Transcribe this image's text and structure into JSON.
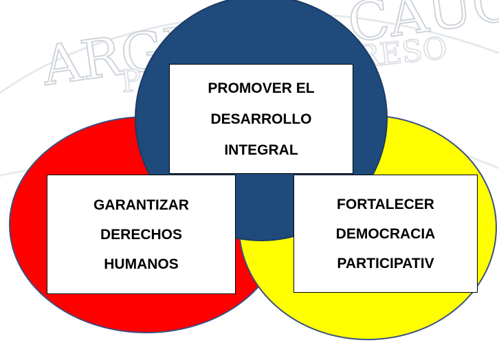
{
  "watermark": {
    "line1": "ARGELIA - CAUCA",
    "line2": "PARA EL PROGRESO"
  },
  "colors": {
    "blue_circle": "#1f4a7c",
    "red_circle": "#ff0000",
    "yellow_circle": "#ffff00",
    "circle_outline": "#3a4f80"
  },
  "boxes": {
    "top": {
      "line1": "PROMOVER EL",
      "line2": "DESARROLLO",
      "line3": "INTEGRAL"
    },
    "left": {
      "line1": "GARANTIZAR",
      "line2": "DERECHOS",
      "line3": "HUMANOS"
    },
    "right": {
      "line1": "FORTALECER",
      "line2": "DEMOCRACIA",
      "line3": "PARTICIPATIV"
    }
  }
}
